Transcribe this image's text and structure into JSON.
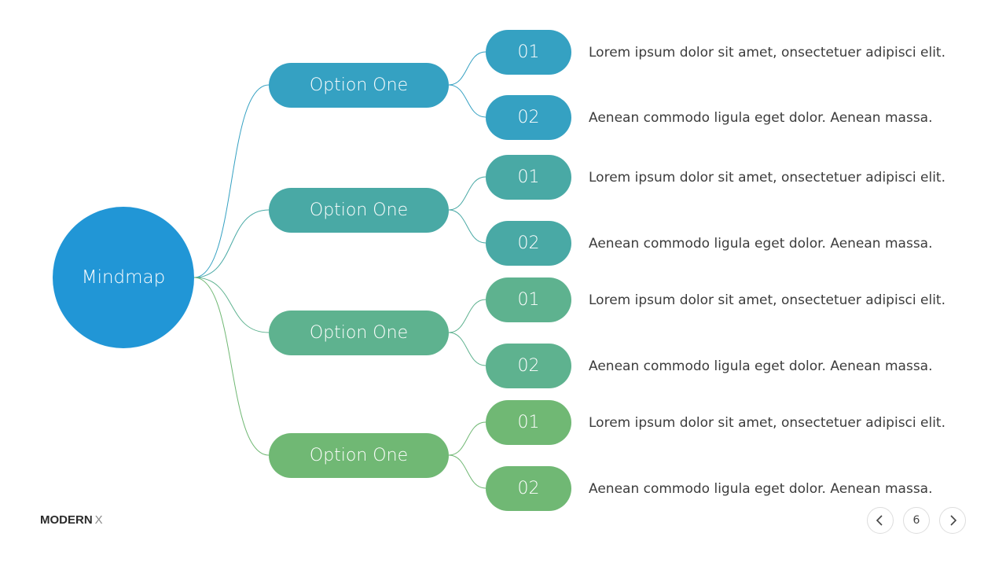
{
  "mindmap": {
    "root": {
      "label": "Mindmap",
      "color": "#2196D6"
    },
    "branches": [
      {
        "label": "Option One",
        "color": "#35A1C2",
        "items": [
          {
            "number": "01",
            "text": "Lorem ipsum dolor sit amet, onsectetuer adipisci elit."
          },
          {
            "number": "02",
            "text": "Aenean commodo ligula eget dolor. Aenean massa."
          }
        ]
      },
      {
        "label": "Option One",
        "color": "#49A9A5",
        "items": [
          {
            "number": "01",
            "text": "Lorem ipsum dolor sit amet, onsectetuer adipisci elit."
          },
          {
            "number": "02",
            "text": "Aenean commodo ligula eget dolor. Aenean massa."
          }
        ]
      },
      {
        "label": "Option One",
        "color": "#5EB28F",
        "items": [
          {
            "number": "01",
            "text": "Lorem ipsum dolor sit amet, onsectetuer adipisci elit."
          },
          {
            "number": "02",
            "text": "Aenean commodo ligula eget dolor. Aenean massa."
          }
        ]
      },
      {
        "label": "Option One",
        "color": "#70B874",
        "items": [
          {
            "number": "01",
            "text": "Lorem ipsum dolor sit amet, onsectetuer adipisci elit."
          },
          {
            "number": "02",
            "text": "Aenean commodo ligula eget dolor. Aenean massa."
          }
        ]
      }
    ]
  },
  "footer": {
    "brand_bold": "MODERN",
    "brand_light": "X",
    "page_number": "6",
    "prev_icon": "chevron-left-icon",
    "next_icon": "chevron-right-icon"
  }
}
